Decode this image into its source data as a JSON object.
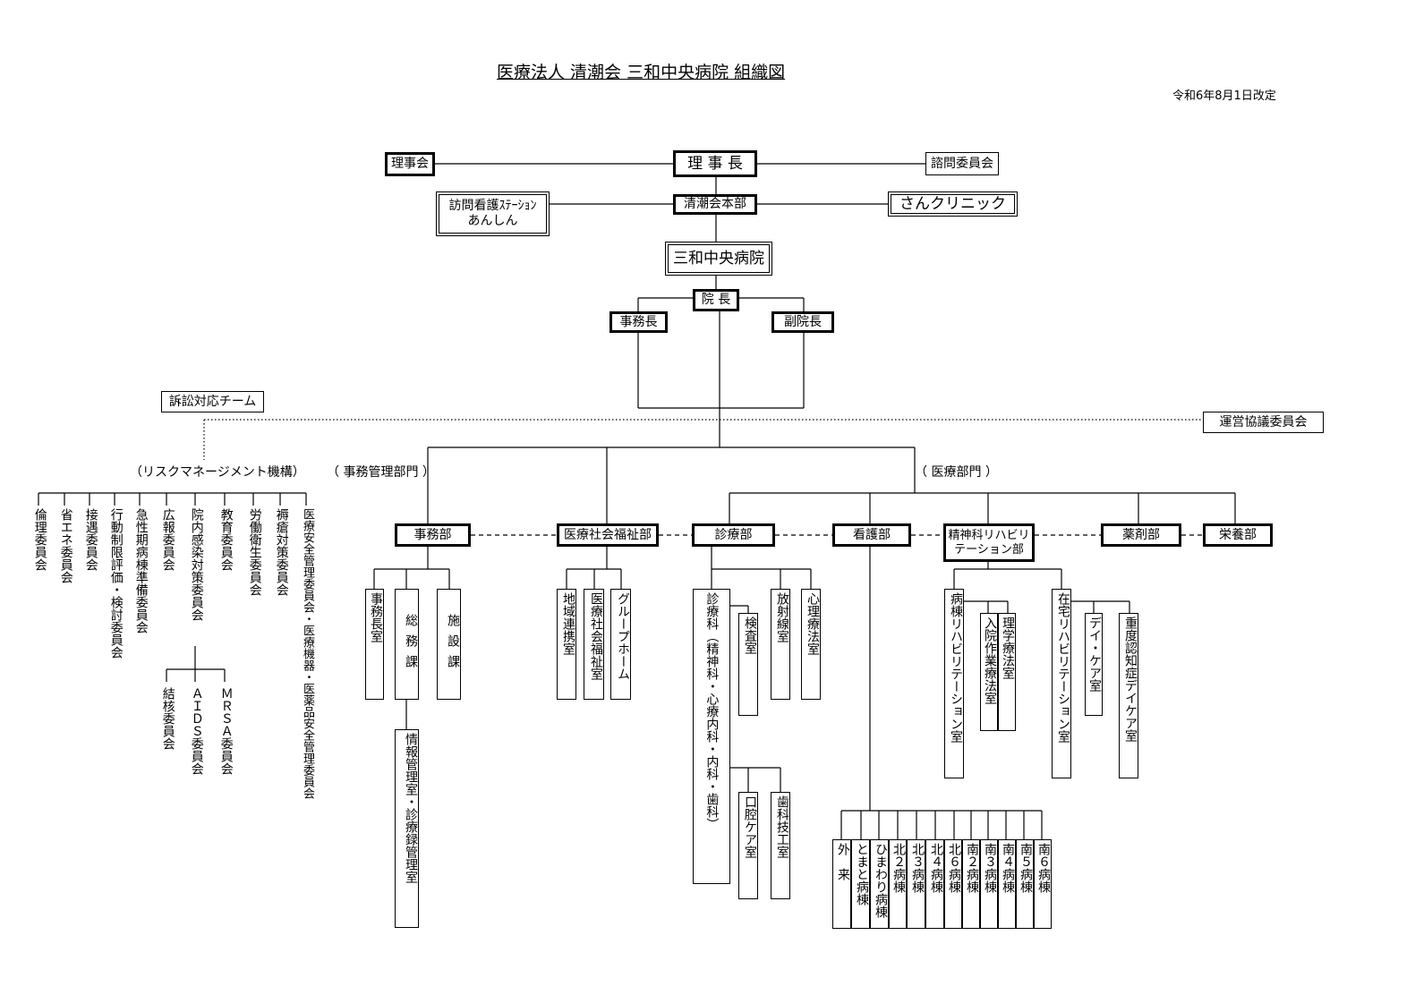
{
  "title": "医療法人 清潮会 三和中央病院 組織図",
  "revision_date": "令和6年8月1日改定",
  "top": {
    "board": "理事会",
    "chairman": "理 事 長",
    "advisory": "諮問委員会",
    "hq": "清潮会本部",
    "nursing_station_line1": "訪問看護ｽﾃｰｼｮﾝ",
    "nursing_station_line2": "あんしん",
    "clinic": "さんクリニック",
    "hospital": "三和中央病院",
    "director": "院 長",
    "admin_chief": "事務長",
    "vice_director": "副院長",
    "litigation_team": "訴訟対応チーム",
    "management_council": "運営協議委員会"
  },
  "sections": {
    "risk": "（リスクマネージメント機構）",
    "admin": "（ 事務管理部門 ）",
    "medical": "（ 医療部門 ）"
  },
  "committees": [
    "倫理委員会",
    "省エネ委員会",
    "接遇委員会",
    "行動制限評価・検討委員会",
    "急性期病棟準備委員会",
    "広報委員会",
    "院内感染対策委員会",
    "教育委員会",
    "労働衛生委員会",
    "褥瘡対策委員会",
    "医療安全管理委員会・医療機器・医薬品安全管理委員会"
  ],
  "infection_subcommittees": [
    "結核委員会",
    "ＡＩＤＳ委員会",
    "ＭＲＳＡ委員会"
  ],
  "departments": {
    "jimu": "事務部",
    "welfare": "医療社会福祉部",
    "shinryo": "診療部",
    "kango": "看護部",
    "rehab_line1": "精神科リハビリ",
    "rehab_line2": "テーション部",
    "yakuzai": "薬剤部",
    "eiyo": "栄養部"
  },
  "jimu_units": {
    "chief_room": "事務長室",
    "general": "総務課",
    "facilities": "施設課",
    "records": "情報管理室・診療録管理室"
  },
  "welfare_units": [
    "地域連携室",
    "医療社会福祉室",
    "グループホーム"
  ],
  "shinryo_units": {
    "departments": "診療科（精神科・心療内科・内科・歯科）",
    "lab": "検査室",
    "radiology": "放射線室",
    "psychotherapy": "心理療法室",
    "oral_care": "口腔ケア室",
    "dental_tech": "歯科技工室"
  },
  "wards": [
    "外　来",
    "とまと病棟",
    "ひまわり病棟",
    "北２病棟",
    "北３病棟",
    "北４病棟",
    "北６病棟",
    "南２病棟",
    "南３病棟",
    "南４病棟",
    "南５病棟",
    "南６病棟"
  ],
  "rehab_units": {
    "ward_rehab": "病棟リハビリテーション室",
    "inpatient_ot": "入院作業療法室",
    "pt": "理学療法室",
    "home_rehab": "在宅リハビリテーション室",
    "daycare": "デイ・ケア室",
    "dementia_daycare": "重度認知症デイケア室"
  }
}
